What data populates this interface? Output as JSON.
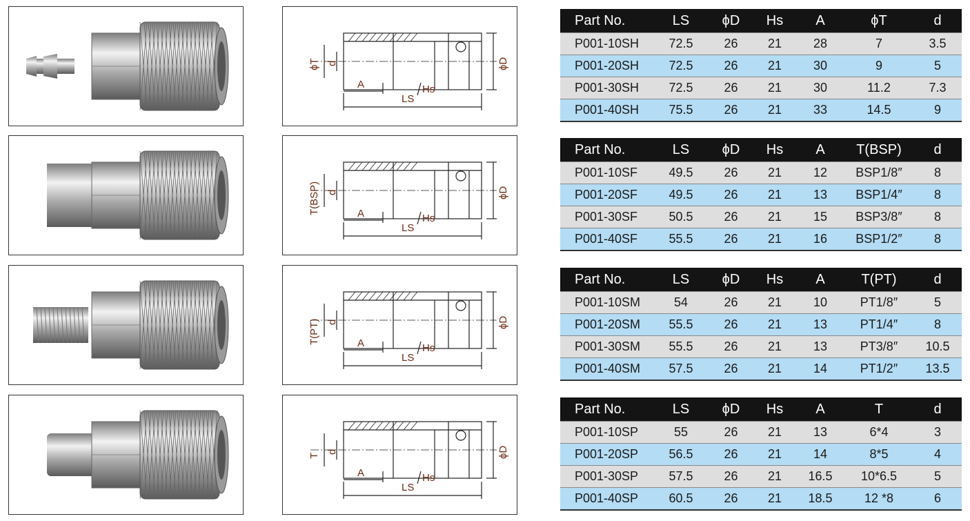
{
  "colors": {
    "header": "#141414",
    "row_gray": "#dedede",
    "row_blue": "#b4dcf4",
    "drawing_label": "#6b2a12"
  },
  "sections": [
    {
      "drawing": {
        "labels": {
          "t": "ϕT",
          "d": "d",
          "a": "A",
          "ls": "LS",
          "hs": "Hs",
          "phid": "ϕD"
        }
      },
      "table": {
        "headers": [
          "Part No.",
          "LS",
          "ϕD",
          "Hs",
          "A",
          "ϕT",
          "d"
        ],
        "rows": [
          [
            "P001-10SH",
            "72.5",
            "26",
            "21",
            "28",
            "7",
            "3.5"
          ],
          [
            "P001-20SH",
            "72.5",
            "26",
            "21",
            "30",
            "9",
            "5"
          ],
          [
            "P001-30SH",
            "72.5",
            "26",
            "21",
            "30",
            "11.2",
            "7.3"
          ],
          [
            "P001-40SH",
            "75.5",
            "26",
            "21",
            "33",
            "14.5",
            "9"
          ]
        ]
      }
    },
    {
      "drawing": {
        "labels": {
          "t": "T(BSP)",
          "d": "d",
          "a": "A",
          "ls": "LS",
          "hs": "Hs",
          "phid": "ϕD"
        }
      },
      "table": {
        "headers": [
          "Part No.",
          "LS",
          "ϕD",
          "Hs",
          "A",
          "T(BSP)",
          "d"
        ],
        "rows": [
          [
            "P001-10SF",
            "49.5",
            "26",
            "21",
            "12",
            "BSP1/8″",
            "8"
          ],
          [
            "P001-20SF",
            "49.5",
            "26",
            "21",
            "13",
            "BSP1/4″",
            "8"
          ],
          [
            "P001-30SF",
            "50.5",
            "26",
            "21",
            "15",
            "BSP3/8″",
            "8"
          ],
          [
            "P001-40SF",
            "55.5",
            "26",
            "21",
            "16",
            "BSP1/2″",
            "8"
          ]
        ]
      }
    },
    {
      "drawing": {
        "labels": {
          "t": "T(PT)",
          "d": "d",
          "a": "A",
          "ls": "LS",
          "hs": "Hs",
          "phid": "ϕD"
        }
      },
      "table": {
        "headers": [
          "Part No.",
          "LS",
          "ϕD",
          "Hs",
          "A",
          "T(PT)",
          "d"
        ],
        "rows": [
          [
            "P001-10SM",
            "54",
            "26",
            "21",
            "10",
            "PT1/8″",
            "5"
          ],
          [
            "P001-20SM",
            "55.5",
            "26",
            "21",
            "13",
            "PT1/4″",
            "8"
          ],
          [
            "P001-30SM",
            "55.5",
            "26",
            "21",
            "13",
            "PT3/8″",
            "10.5"
          ],
          [
            "P001-40SM",
            "57.5",
            "26",
            "21",
            "14",
            "PT1/2″",
            "13.5"
          ]
        ]
      }
    },
    {
      "drawing": {
        "labels": {
          "t": "T",
          "d": "d",
          "a": "A",
          "ls": "LS",
          "hs": "Hs",
          "phid": "ϕD"
        }
      },
      "table": {
        "headers": [
          "Part No.",
          "LS",
          "ϕD",
          "Hs",
          "A",
          "T",
          "d"
        ],
        "rows": [
          [
            "P001-10SP",
            "55",
            "26",
            "21",
            "13",
            "6*4",
            "3"
          ],
          [
            "P001-20SP",
            "56.5",
            "26",
            "21",
            "14",
            "8*5",
            "4"
          ],
          [
            "P001-30SP",
            "57.5",
            "26",
            "21",
            "16.5",
            "10*6.5",
            "5"
          ],
          [
            "P001-40SP",
            "60.5",
            "26",
            "21",
            "18.5",
            "12 *8",
            "6"
          ]
        ]
      }
    }
  ]
}
